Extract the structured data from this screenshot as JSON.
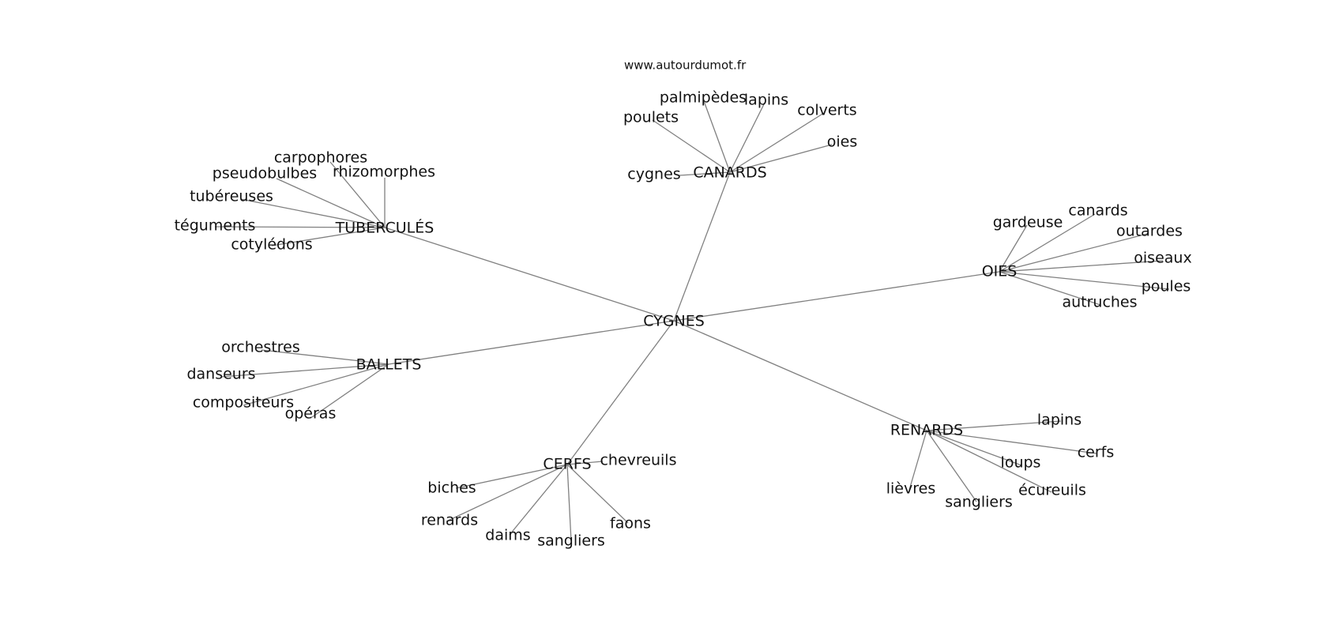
{
  "watermark": "www.autourdumot.fr",
  "center": {
    "id": "cygnes",
    "label": "CYGNES"
  },
  "hubs": [
    {
      "id": "canards",
      "label": "CANARDS",
      "leaves": [
        "poulets",
        "palmipèdes",
        "lapins",
        "colverts",
        "oies",
        "cygnes"
      ]
    },
    {
      "id": "tubercules",
      "label": "TUBERCULÉS",
      "leaves": [
        "carpophores",
        "rhizomorphes",
        "pseudobulbes",
        "tubéreuses",
        "téguments",
        "cotylédons"
      ]
    },
    {
      "id": "oies",
      "label": "OIES",
      "leaves": [
        "gardeuse",
        "canards",
        "outardes",
        "oiseaux",
        "poules",
        "autruches"
      ]
    },
    {
      "id": "ballets",
      "label": "BALLETS",
      "leaves": [
        "orchestres",
        "danseurs",
        "compositeurs",
        "opéras"
      ]
    },
    {
      "id": "renards",
      "label": "RENARDS",
      "leaves": [
        "lapins",
        "cerfs",
        "loups",
        "écureuils",
        "lièvres",
        "sangliers"
      ]
    },
    {
      "id": "cerfs",
      "label": "CERFS",
      "leaves": [
        "chevreuils",
        "biches",
        "renards",
        "daims",
        "sangliers",
        "faons"
      ]
    }
  ]
}
